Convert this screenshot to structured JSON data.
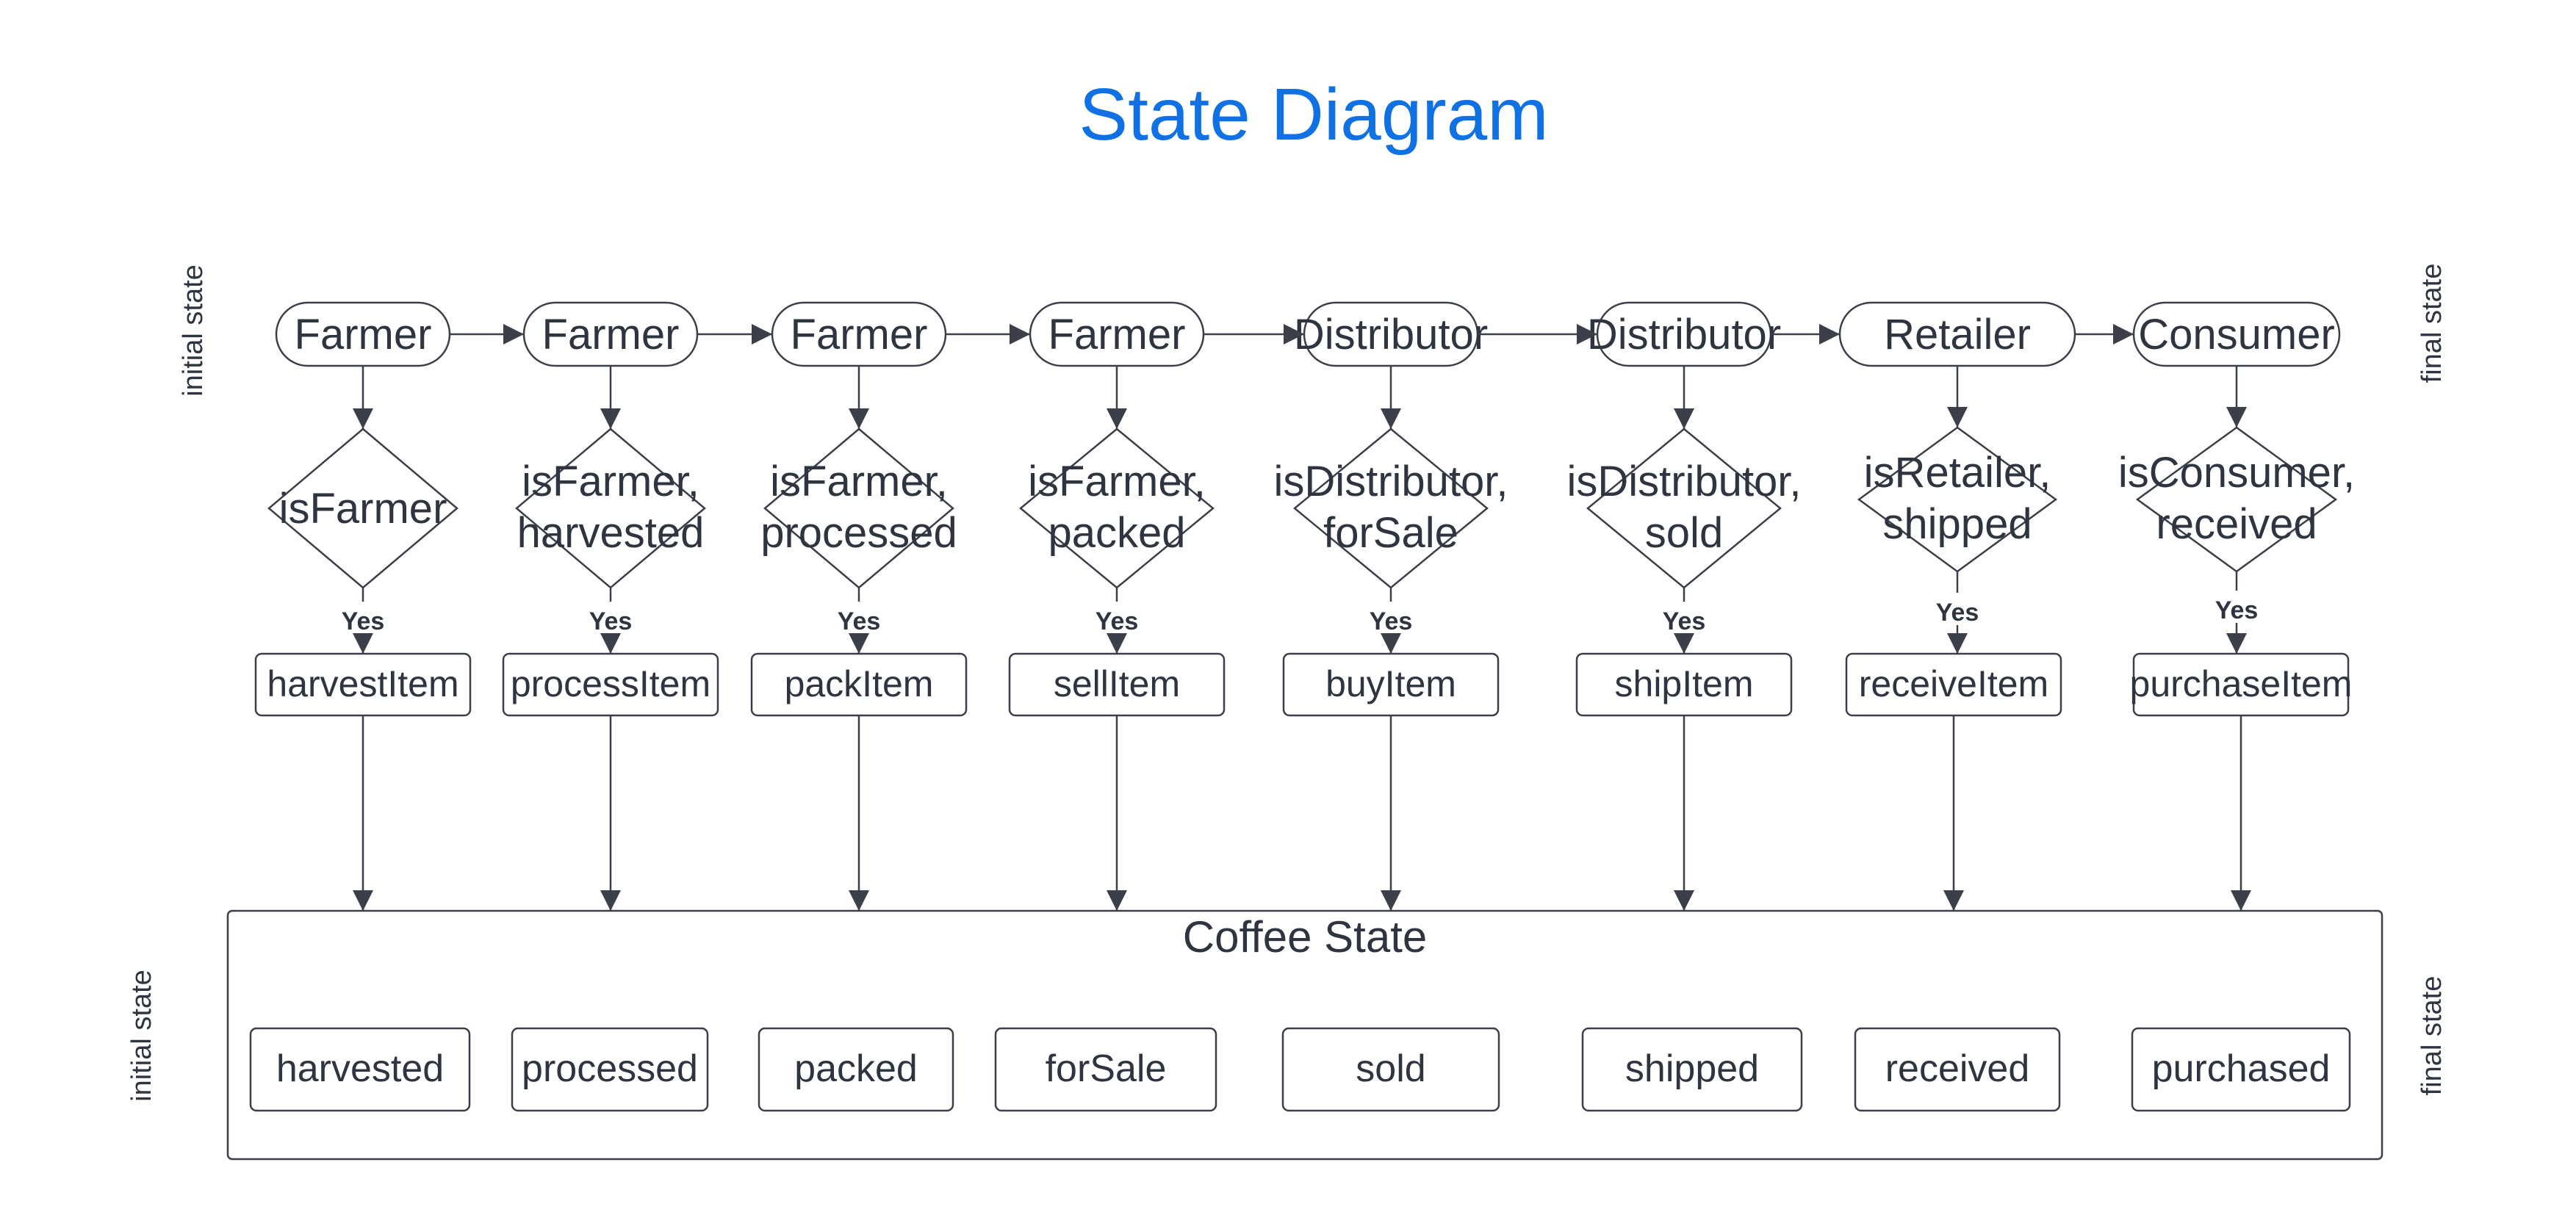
{
  "title": "State Diagram",
  "colors": {
    "title": "#1071e5",
    "stroke": "#3a3f4a",
    "text": "#2e3440"
  },
  "side_labels": {
    "top_left": "initial state",
    "top_right": "final state",
    "bottom_left": "initial state",
    "bottom_right": "final state"
  },
  "container_title": "Coffee State",
  "yes_label": "Yes",
  "columns": [
    {
      "role": "Farmer",
      "condition": [
        "isFarmer"
      ],
      "function": "harvestItem",
      "state": "harvested"
    },
    {
      "role": "Farmer",
      "condition": [
        "isFarmer,",
        "harvested"
      ],
      "function": "processItem",
      "state": "processed"
    },
    {
      "role": "Farmer",
      "condition": [
        "isFarmer,",
        "processed"
      ],
      "function": "packItem",
      "state": "packed"
    },
    {
      "role": "Farmer",
      "condition": [
        "isFarmer,",
        "packed"
      ],
      "function": "sellItem",
      "state": "forSale"
    },
    {
      "role": "Distributor",
      "condition": [
        "isDistributor,",
        "forSale"
      ],
      "function": "buyItem",
      "state": "sold"
    },
    {
      "role": "Distributor",
      "condition": [
        "isDistributor,",
        "sold"
      ],
      "function": "shipItem",
      "state": "shipped"
    },
    {
      "role": "Retailer",
      "condition": [
        "isRetailer,",
        "shipped"
      ],
      "function": "receiveItem",
      "state": "received"
    },
    {
      "role": "Consumer",
      "condition": [
        "isConsumer,",
        "received"
      ],
      "function": "purchaseItem",
      "state": "purchased"
    }
  ]
}
